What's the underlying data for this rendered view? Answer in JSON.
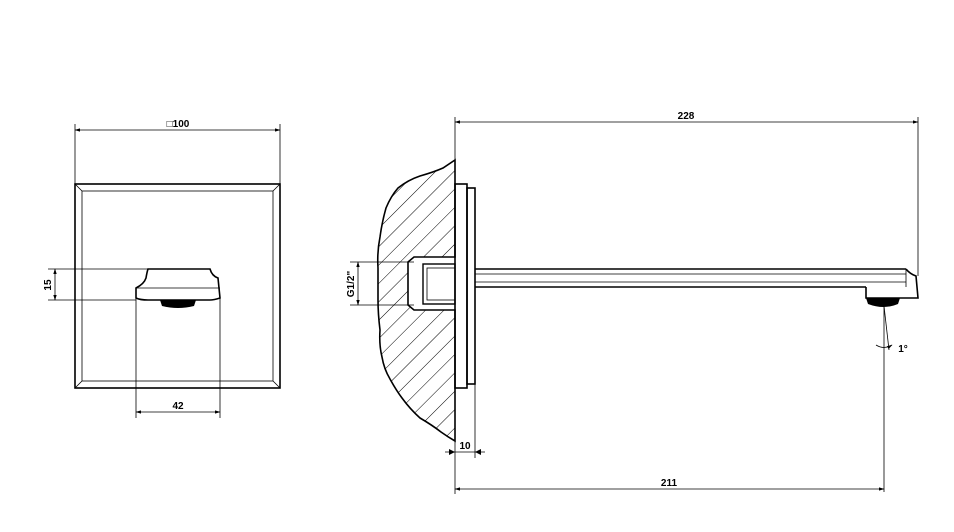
{
  "front_view": {
    "width_label": "□100",
    "offset_label": "15",
    "spout_width_label": "42"
  },
  "side_view": {
    "length_label": "228",
    "thread_label": "G1/2\"",
    "plate_thickness_label": "10",
    "outlet_distance_label": "211",
    "angle_label": "1°"
  }
}
